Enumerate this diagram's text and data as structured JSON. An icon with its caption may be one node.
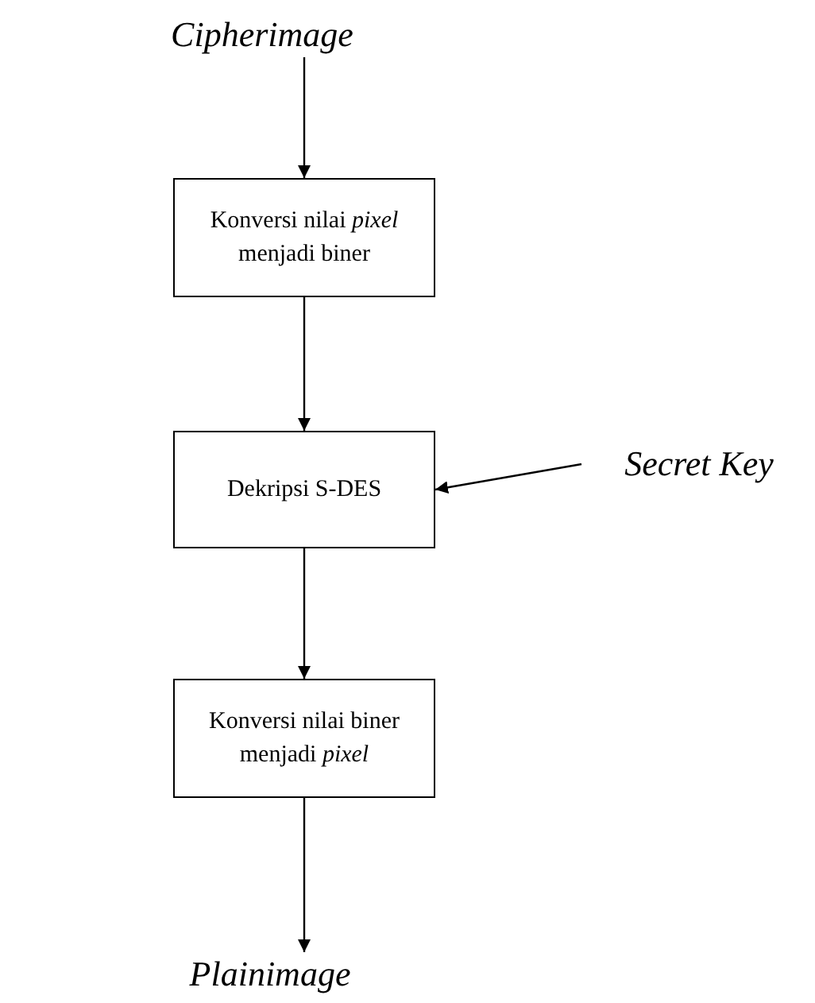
{
  "diagram": {
    "nodes": [
      {
        "text": [
          "Cipherimage"
        ]
      },
      {
        "text": [
          "Konversi nilai *pixel* menjadi biner"
        ]
      },
      {
        "text": [
          "Dekripsi S-DES"
        ]
      },
      {
        "text": [
          "Secret Key"
        ]
      },
      {
        "text": [
          "Konversi nilai biner menjadi *pixel*"
        ]
      },
      {
        "text": [
          "Plainimage"
        ]
      }
    ],
    "edges": [
      {
        "from": 0,
        "to": 1,
        "arrow": "to"
      },
      {
        "from": 1,
        "to": 2,
        "arrow": "to"
      },
      {
        "from": 3,
        "to": 2,
        "arrow": "to"
      },
      {
        "from": 2,
        "to": 4,
        "arrow": "to"
      },
      {
        "from": 4,
        "to": 5,
        "arrow": "to"
      }
    ]
  }
}
